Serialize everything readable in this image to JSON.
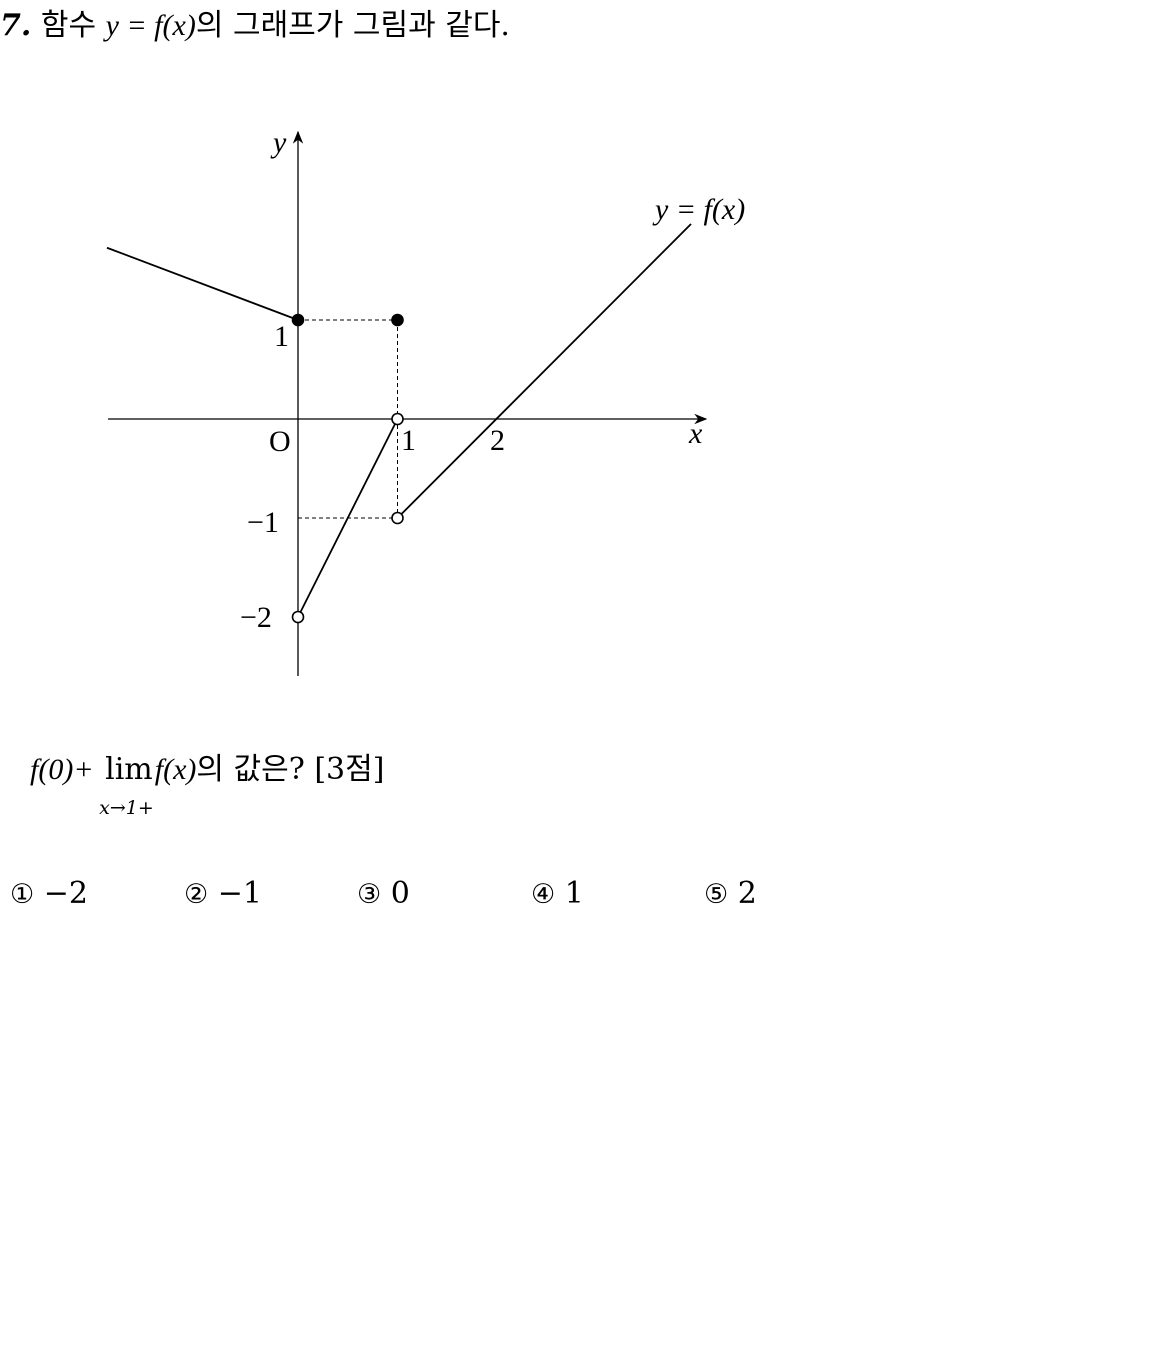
{
  "question": {
    "number": "7.",
    "text_before": "함수 ",
    "func_expr": "y = f(x)",
    "text_after": "의 그래프가 그림과 같다."
  },
  "graph": {
    "y_axis_label": "y",
    "x_axis_label": "x",
    "origin_label": "O",
    "x_tick_labels": [
      "1",
      "2"
    ],
    "y_tick_labels": [
      "1",
      "−1",
      "−2"
    ],
    "curve_label": "y = f(x)",
    "pieces": [
      {
        "from": [
          -1.92,
          1.73
        ],
        "to": [
          0,
          1
        ],
        "closed_end": true
      },
      {
        "from": [
          0,
          -2
        ],
        "to": [
          1,
          0
        ],
        "open_start": true,
        "open_end": true
      },
      {
        "from": [
          1,
          -1
        ],
        "to": [
          3.95,
          1.97
        ],
        "open_start": true
      }
    ],
    "isolated_point": [
      1,
      1
    ],
    "guides": [
      [
        [
          0,
          1
        ],
        [
          1,
          1
        ]
      ],
      [
        [
          1,
          1
        ],
        [
          1,
          -1
        ]
      ],
      [
        [
          0,
          -1
        ],
        [
          1,
          -1
        ]
      ]
    ]
  },
  "ask": {
    "expr_a": "f(0)+",
    "lim_word": "lim",
    "lim_sub": "x→1+",
    "expr_b": "f(x)",
    "text": "의 값은? [3점]"
  },
  "choices": [
    {
      "mark": "①",
      "value": "−2"
    },
    {
      "mark": "②",
      "value": "−1"
    },
    {
      "mark": "③",
      "value": "0"
    },
    {
      "mark": "④",
      "value": "1"
    },
    {
      "mark": "⑤",
      "value": "2"
    }
  ]
}
